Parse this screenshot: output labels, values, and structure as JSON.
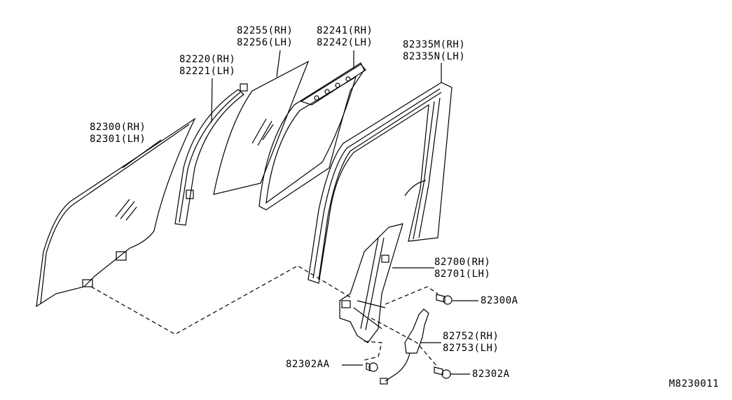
{
  "callouts": {
    "p82255": {
      "rh": "82255(RH)",
      "lh": "82256(LH)"
    },
    "p82241": {
      "rh": "82241(RH)",
      "lh": "82242(LH)"
    },
    "p82335": {
      "rh": "82335M(RH)",
      "lh": "82335N(LH)"
    },
    "p82220": {
      "rh": "82220(RH)",
      "lh": "82221(LH)"
    },
    "p82300": {
      "rh": "82300(RH)",
      "lh": "82301(LH)"
    },
    "p82700": {
      "rh": "82700(RH)",
      "lh": "82701(LH)"
    },
    "p82300A": "82300A",
    "p82752": {
      "rh": "82752(RH)",
      "lh": "82753(LH)"
    },
    "p82302AA": "82302AA",
    "p82302A": "82302A"
  },
  "diagram_id": "M8230011"
}
